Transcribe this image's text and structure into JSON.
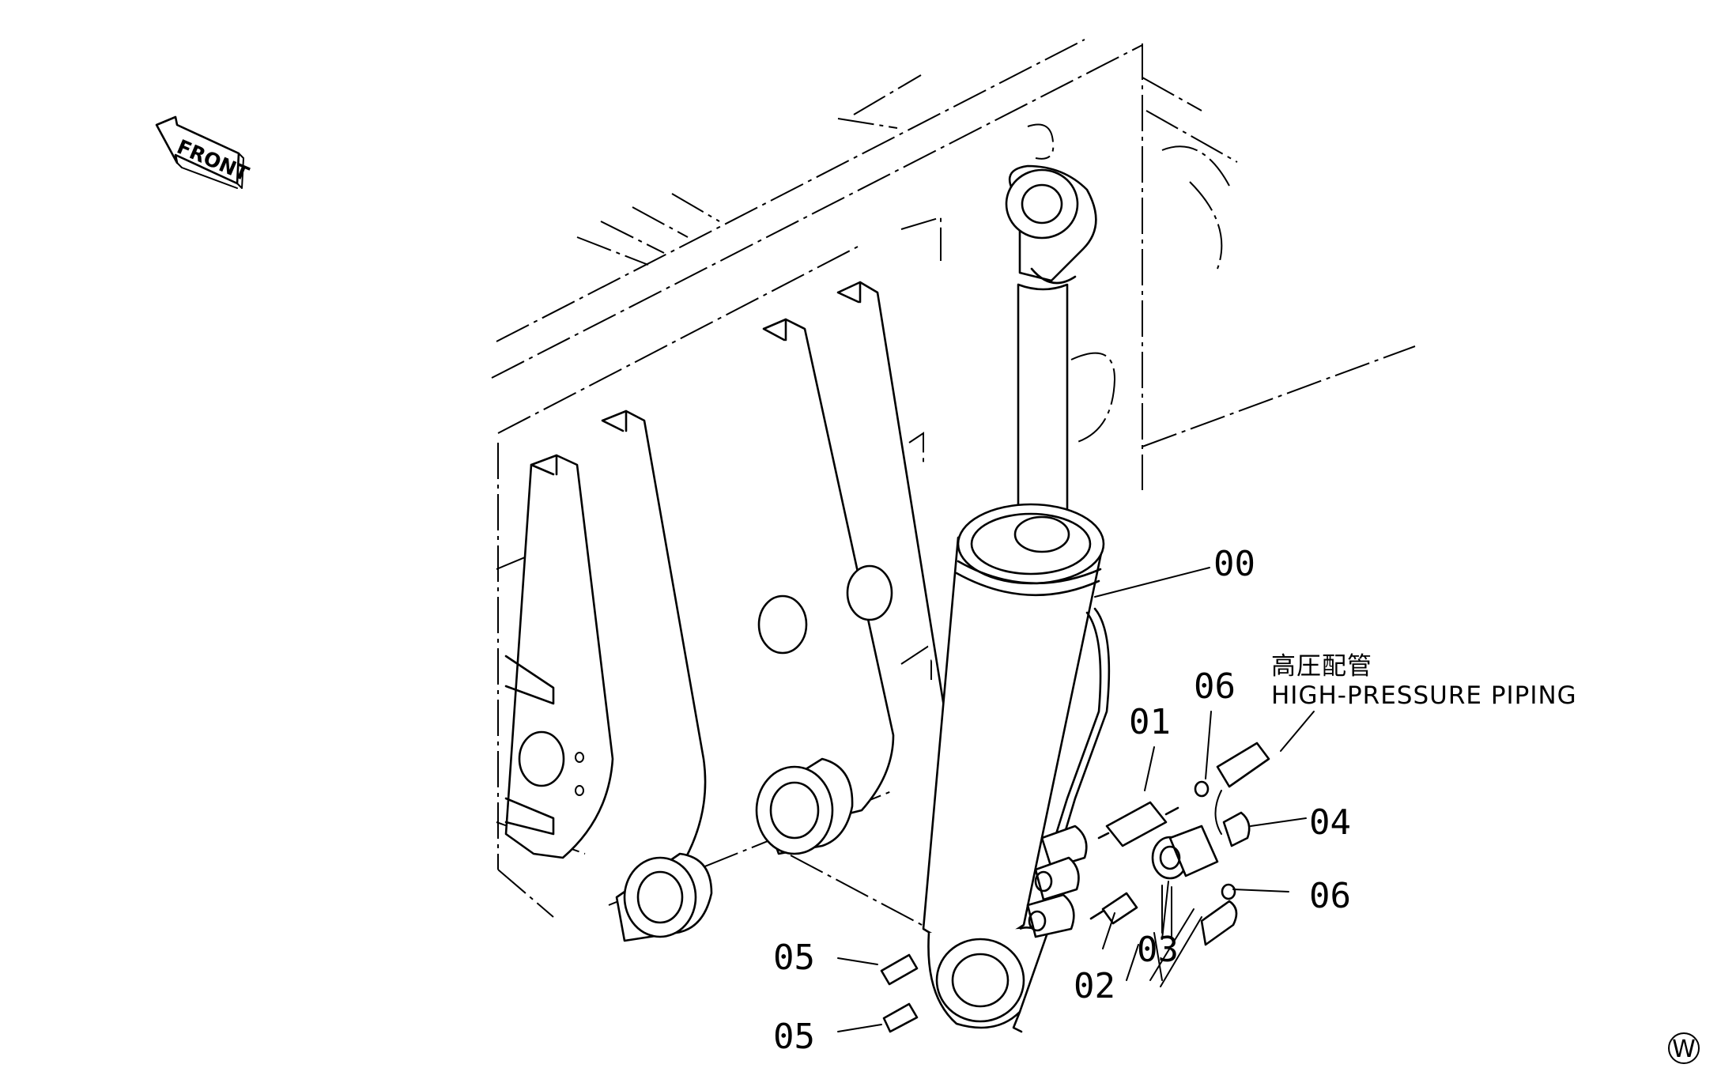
{
  "front_arrow": {
    "label": "FRONT"
  },
  "callouts": {
    "part_00": "00",
    "part_01": "01",
    "part_02": "02",
    "part_03": "03",
    "part_04": "04",
    "part_05_upper": "05",
    "part_05_lower": "05",
    "part_06_upper": "06",
    "part_06_lower": "06"
  },
  "piping_note": {
    "jp": "高圧配管",
    "en": "HIGH-PRESSURE PIPING"
  },
  "corner_mark": "W"
}
